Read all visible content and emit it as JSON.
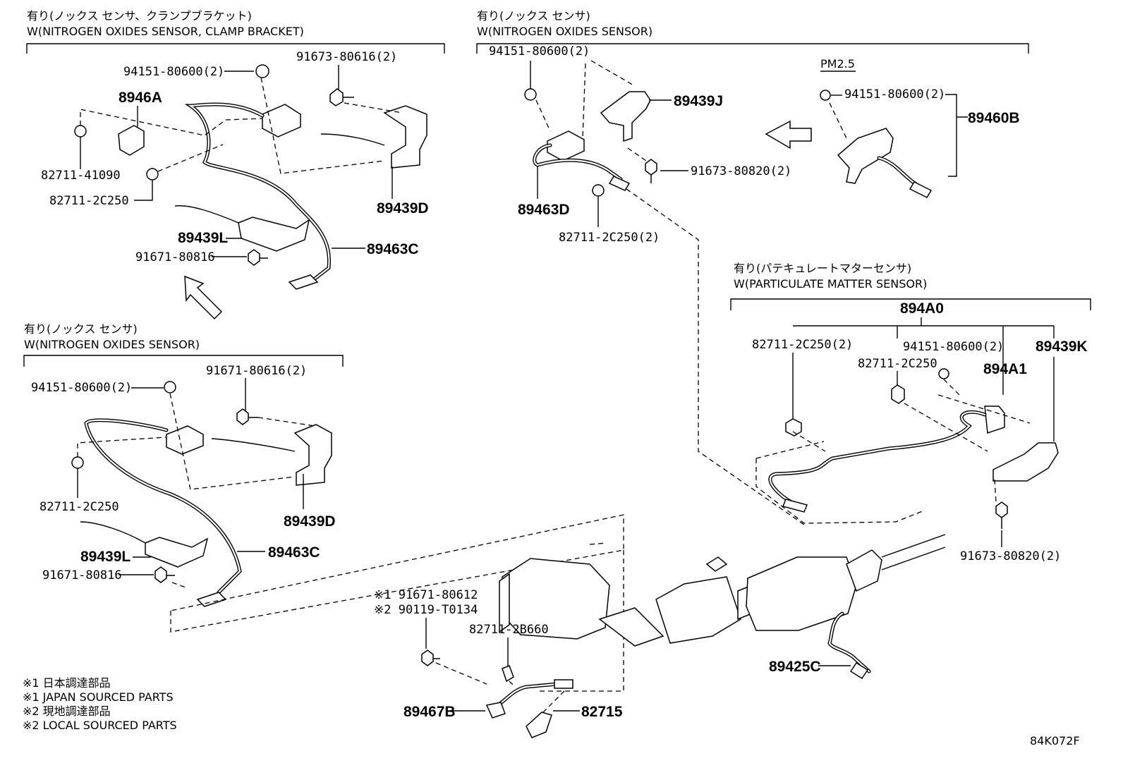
{
  "groups": {
    "top_left": {
      "title_jp": "有り(ノックス センサ、クランプブラケット)",
      "title_en": "W(NITROGEN OXIDES SENSOR, CLAMP BRACKET)"
    },
    "top_mid": {
      "title_jp": "有り(ノックス センサ)",
      "title_en": "W(NITROGEN OXIDES SENSOR)"
    },
    "mid_left": {
      "title_jp": "有り(ノックス センサ)",
      "title_en": "W(NITROGEN OXIDES SENSOR)"
    },
    "right": {
      "title_jp": "有り(パテキュレートマターセンサ)",
      "title_en": "W(PARTICULATE MATTER SENSOR)"
    },
    "pm25": "PM2.5"
  },
  "parts": {
    "tl_94151": "94151-80600(2)",
    "tl_91673": "91673-80616(2)",
    "tl_8946A": "8946A",
    "tl_82711_41090": "82711-41090",
    "tl_82711_2C250": "82711-2C250",
    "tl_89439D": "89439D",
    "tl_89439L": "89439L",
    "tl_91671": "91671-80816",
    "tl_89463C": "89463C",
    "tm_94151": "94151-80600(2)",
    "tm_89439J": "89439J",
    "tm_91673": "91673-80820(2)",
    "tm_89463D": "89463D",
    "tm_82711": "82711-2C250(2)",
    "pm_94151": "94151-80600(2)",
    "pm_89460B": "89460B",
    "ml_94151": "94151-80600(2)",
    "ml_91671_616": "91671-80616(2)",
    "ml_82711": "82711-2C250",
    "ml_89439D": "89439D",
    "ml_89439L": "89439L",
    "ml_91671_816": "91671-80816",
    "ml_89463C": "89463C",
    "r_894A0": "894A0",
    "r_82711_2": "82711-2C250(2)",
    "r_94151": "94151-80600(2)",
    "r_89439K": "89439K",
    "r_82711": "82711-2C250",
    "r_894A1": "894A1",
    "r_91673": "91673-80820(2)",
    "b_note1_pn": "※1 91671-80612",
    "b_note2_pn": "※2 90119-T0134",
    "b_82711": "82711-2B660",
    "b_89467B": "89467B",
    "b_82715": "82715",
    "b_89425C": "89425C"
  },
  "legend": [
    "※1 日本調達部品",
    "※1 JAPAN SOURCED PARTS",
    "※2 現地調達部品",
    "※2 LOCAL SOURCED PARTS"
  ],
  "figure_code": "84K072F"
}
